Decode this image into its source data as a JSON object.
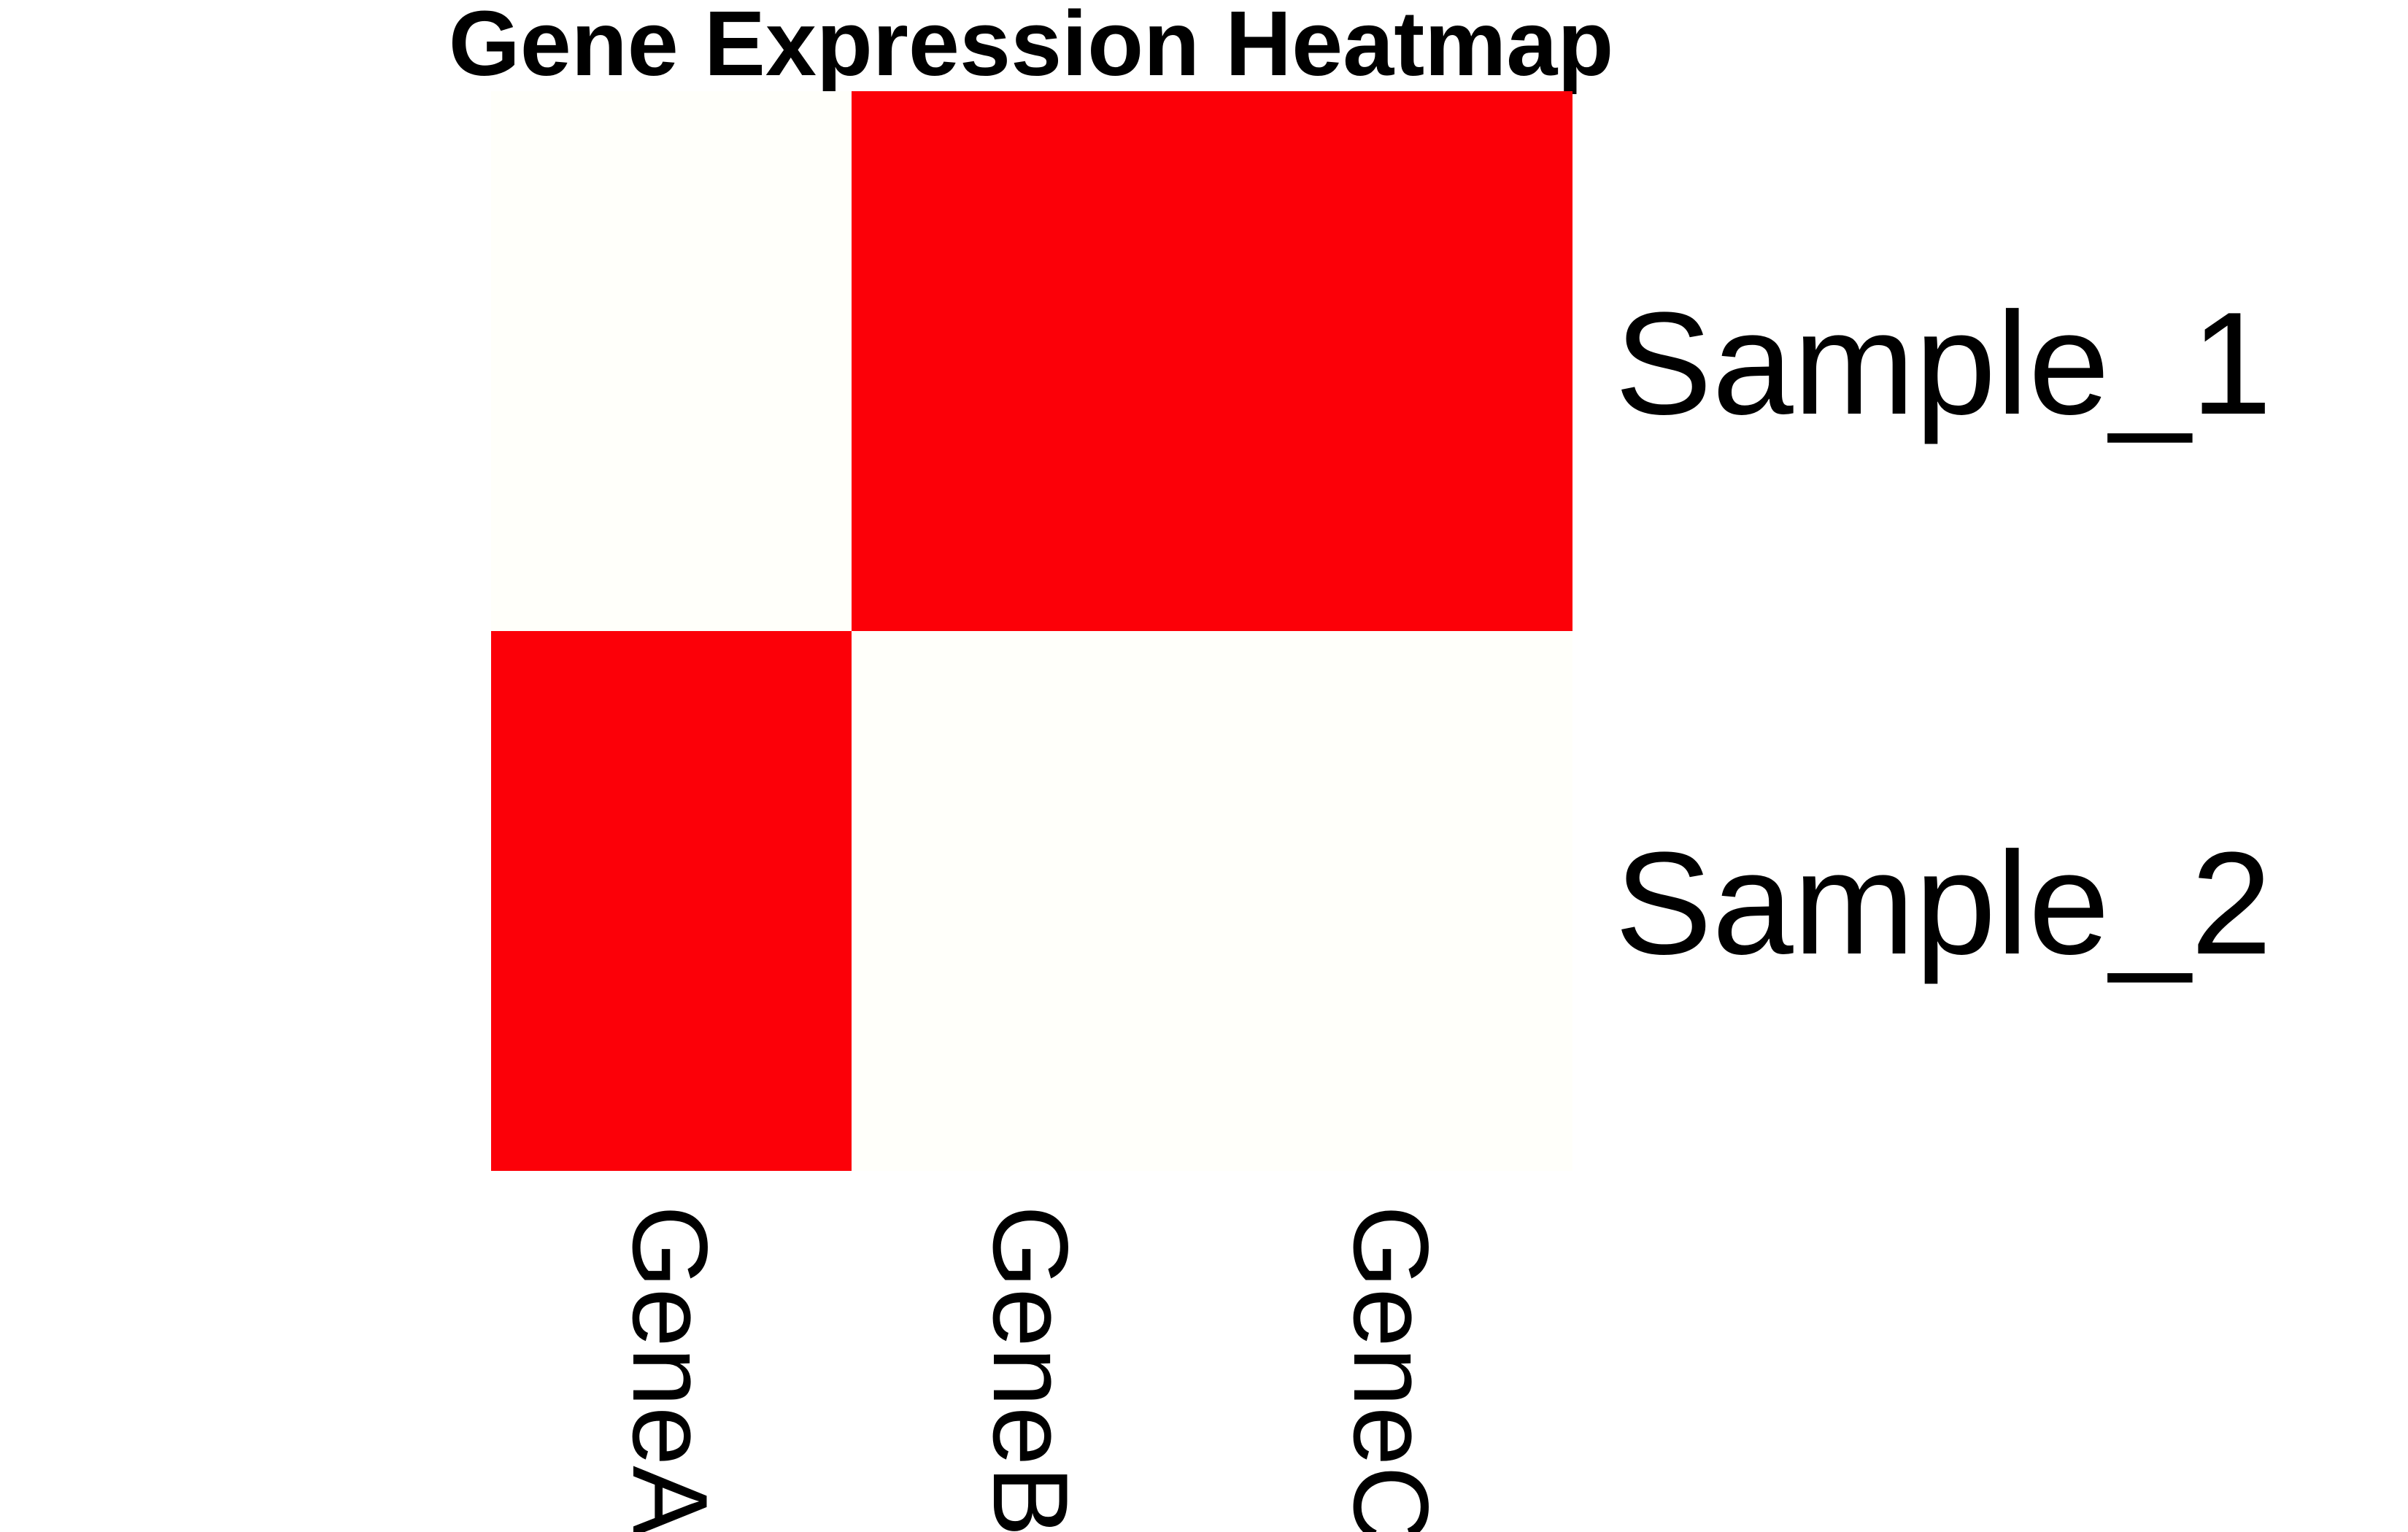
{
  "chart_data": {
    "type": "heatmap",
    "title": "Gene Expression Heatmap",
    "columns": [
      "GeneA",
      "GeneB",
      "GeneC"
    ],
    "rows": [
      "Sample_1",
      "Sample_2"
    ],
    "values": [
      [
        0,
        1,
        1
      ],
      [
        1,
        0,
        0
      ]
    ],
    "colors": {
      "low": "#FFFFFA",
      "high": "#FC0008"
    },
    "legend": "none"
  }
}
